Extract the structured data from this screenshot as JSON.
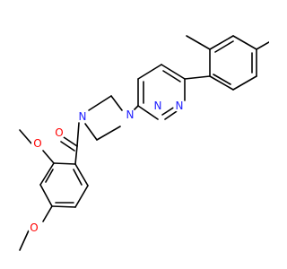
{
  "structure": {
    "atom_labels": {
      "carbonyl_o": "O",
      "piperazine_n_amide": "N",
      "piperazine_n_aryl": "N",
      "pyridazine_n1": "N",
      "pyridazine_n2": "N",
      "methoxy_o_ortho": "O",
      "methoxy_o_para": "O"
    },
    "colors": {
      "bond": "#000000",
      "nitrogen": "#2020ff",
      "oxygen": "#ff0000",
      "background": "#ffffff"
    }
  }
}
